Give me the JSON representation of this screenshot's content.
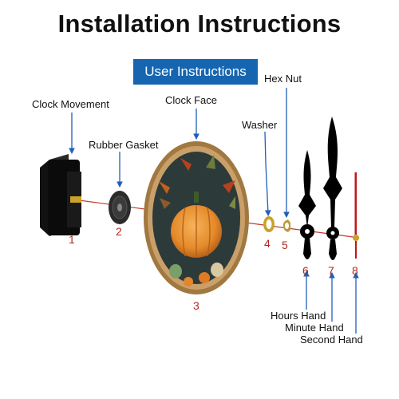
{
  "title": "Installation Instructions",
  "banner": "User Instructions",
  "colors": {
    "banner_blue": "#1565b0",
    "pointer_blue": "#1f5fb8",
    "number_red": "#b5281e",
    "shaft_red": "#c0392b",
    "hand_black": "#000000",
    "second_hand_red": "#c0161b",
    "brass": "#c9a227"
  },
  "parts": [
    {
      "number": "1",
      "label": "Clock Movement"
    },
    {
      "number": "2",
      "label": "Rubber Gasket"
    },
    {
      "number": "3",
      "label": "Clock Face"
    },
    {
      "number": "4",
      "label": "Washer"
    },
    {
      "number": "5",
      "label": "Hex Nut"
    },
    {
      "number": "6",
      "label": "Hours Hand"
    },
    {
      "number": "7",
      "label": "Minute Hand"
    },
    {
      "number": "8",
      "label": "Second Hand"
    }
  ]
}
